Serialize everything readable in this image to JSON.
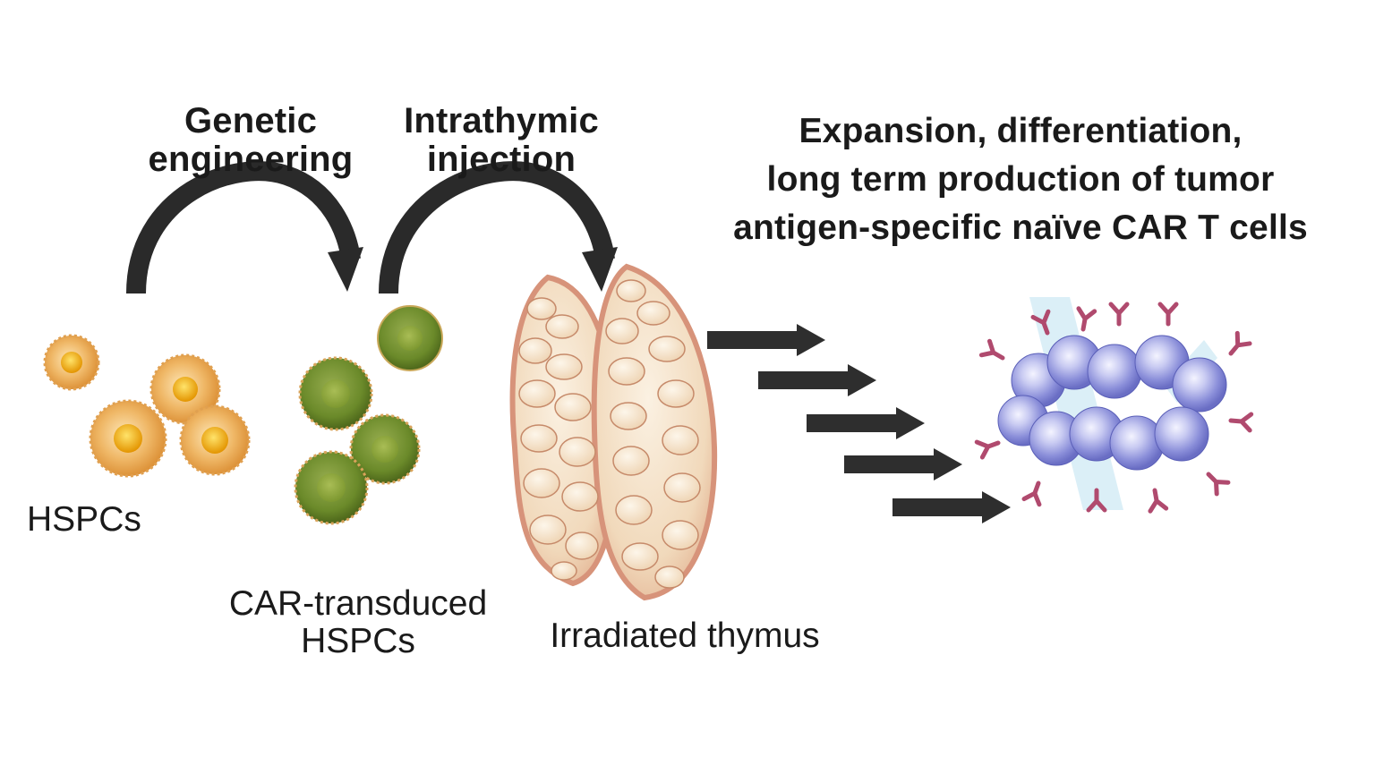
{
  "labels": {
    "genetic_engineering": [
      "Genetic",
      "engineering"
    ],
    "intrathymic_injection": [
      "Intrathymic",
      "injection"
    ],
    "outcome": [
      "Expansion, differentiation,",
      "long term production of tumor",
      "antigen-specific naïve CAR T cells"
    ],
    "hspcs": "HSPCs",
    "car_transduced": [
      "CAR-transduced",
      "HSPCs"
    ],
    "irradiated_thymus": "Irradiated thymus"
  },
  "colors": {
    "hspc_cell": "#e8a44c",
    "hspc_nucleus": "#f5b400",
    "car_cell": "#6b8a2a",
    "thymus": "#f1dcc0",
    "thymus_edge": "#d99a78",
    "t_cell": "#7f83d6",
    "receptor": "#b04a6e",
    "arrow": "#2e2e2e"
  },
  "icons": {
    "hspcs": "hspc-cell-icon",
    "car_hspcs": "car-hspc-cell-icon",
    "thymus": "thymus-icon",
    "car_t_cells": "car-t-cell-icon",
    "receptor": "car-receptor-icon",
    "curved_arrow": "curved-arrow-icon",
    "straight_arrow": "right-arrow-icon"
  }
}
